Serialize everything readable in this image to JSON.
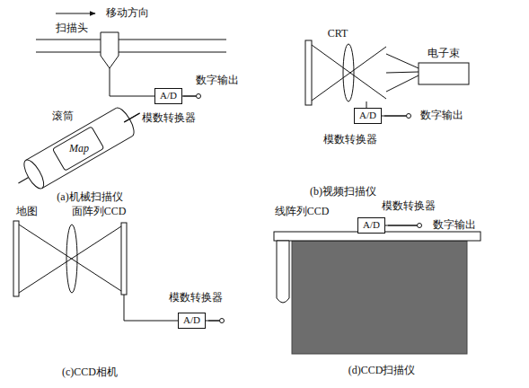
{
  "diagram": {
    "nodes": [
      {
        "text": [
          "A/D"
        ]
      },
      {
        "text": [
          "A/D"
        ]
      },
      {
        "text": [
          "A/D"
        ]
      },
      {
        "text": [
          "A/D"
        ]
      }
    ],
    "labels": [
      "移动方向",
      "扫描头",
      "数字输出",
      "模数转换器",
      "滚筒",
      "Map",
      "(a)机械扫描仪",
      "CRT",
      "电子束",
      "数字输出",
      "模数转换器",
      "(b)视频扫描仪",
      "地图",
      "面阵列CCD",
      "模数转换器",
      "(c)CCD相机",
      "线阵列CCD",
      "模数转换器",
      "数字输出",
      "(d)CCD扫描仪"
    ]
  }
}
